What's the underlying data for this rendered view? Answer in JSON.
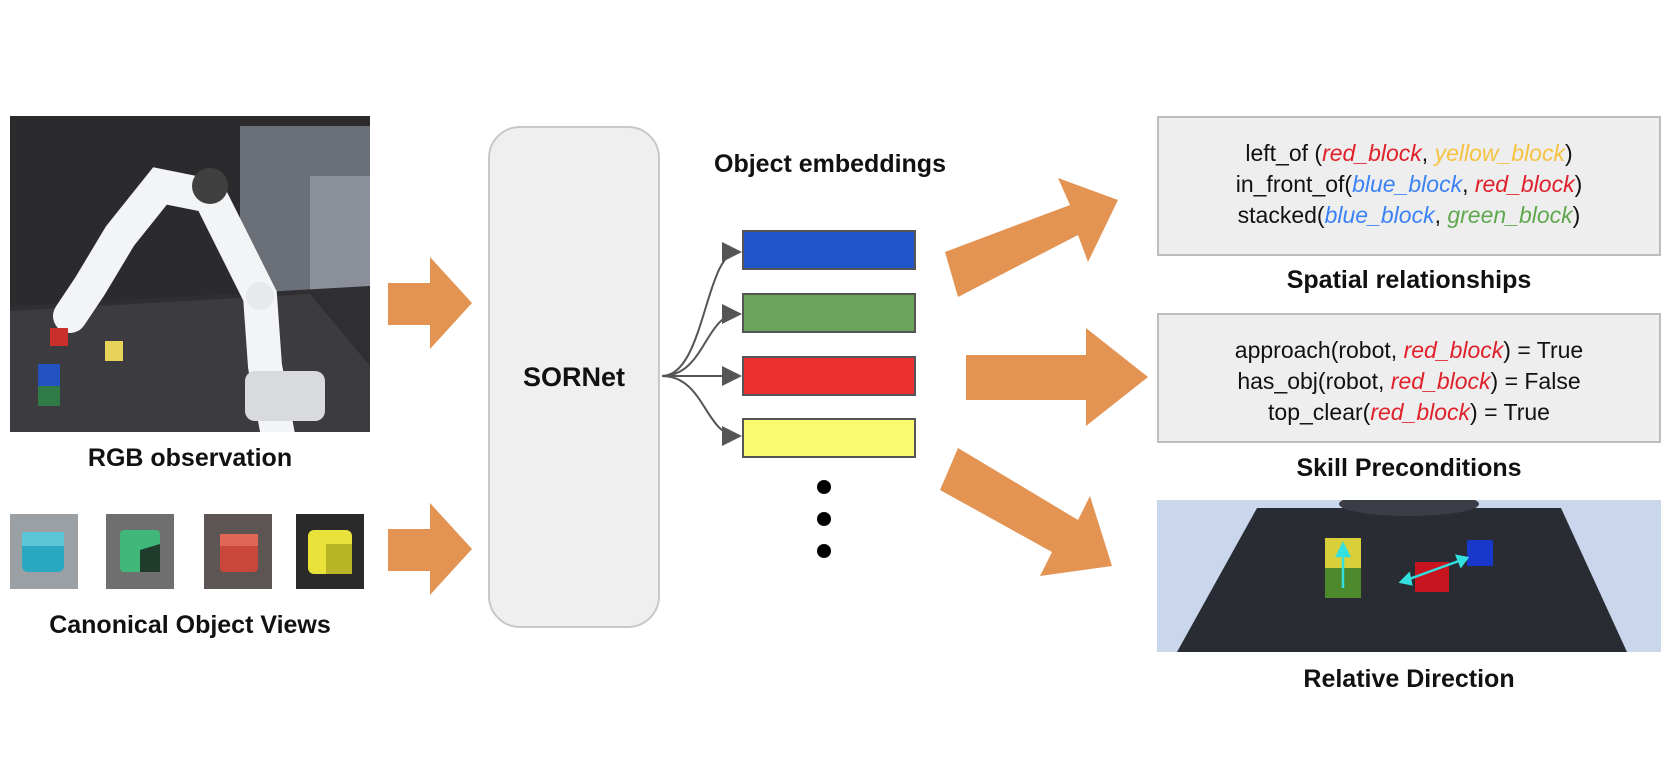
{
  "captions": {
    "rgb_observation": "RGB observation",
    "canonical_views": "Canonical Object Views",
    "sornet": "SORNet",
    "object_embeddings": "Object embeddings",
    "spatial_relationships": "Spatial relationships",
    "skill_preconditions": "Skill Preconditions",
    "relative_direction": "Relative Direction"
  },
  "embedding_colors": [
    "#1f55c8",
    "#6aa45a",
    "#e9302e",
    "#fbfa6e"
  ],
  "canonical_view_colors": [
    "#2aa8c0",
    "#3fb87a",
    "#c8473a",
    "#e8e23a"
  ],
  "spatial": [
    {
      "pre": "left_of (",
      "a": "red_block",
      "a_color": "#e0202a",
      "mid": ", ",
      "b": "yellow_block",
      "b_color": "#f5c242",
      "post": ")"
    },
    {
      "pre": "in_front_of(",
      "a": "blue_block",
      "a_color": "#3b82f6",
      "mid": ", ",
      "b": "red_block",
      "b_color": "#e0202a",
      "post": ")"
    },
    {
      "pre": "stacked(",
      "a": "blue_block",
      "a_color": "#3b82f6",
      "mid": ", ",
      "b": "green_block",
      "b_color": "#5fa84d",
      "post": ")"
    }
  ],
  "preconditions": [
    {
      "pre": "approach(robot, ",
      "a": "red_block",
      "a_color": "#e0202a",
      "post": ") = True"
    },
    {
      "pre": "has_obj(robot, ",
      "a": "red_block",
      "a_color": "#e0202a",
      "post": ") = False"
    },
    {
      "pre": "top_clear(",
      "a": "red_block",
      "a_color": "#e0202a",
      "post": ") = True"
    }
  ],
  "colors": {
    "arrow": "#e39453",
    "box_bg": "#eeeeee"
  }
}
